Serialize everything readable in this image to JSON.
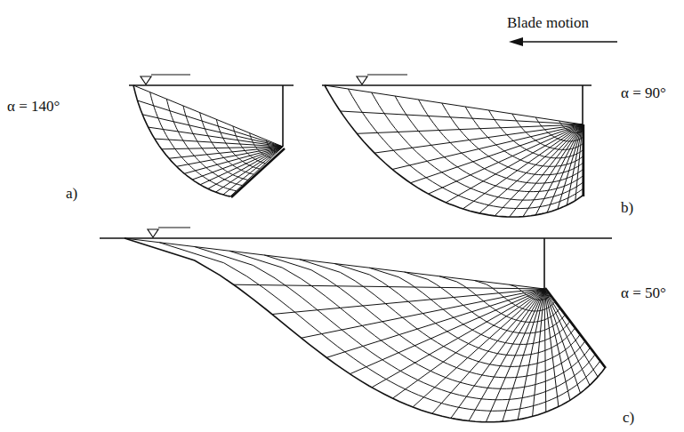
{
  "diagram": {
    "labels": [
      "Blade motion",
      "α = 140°",
      "α = 90°",
      "α = 50°",
      "a)",
      "b)",
      "c)"
    ]
  }
}
